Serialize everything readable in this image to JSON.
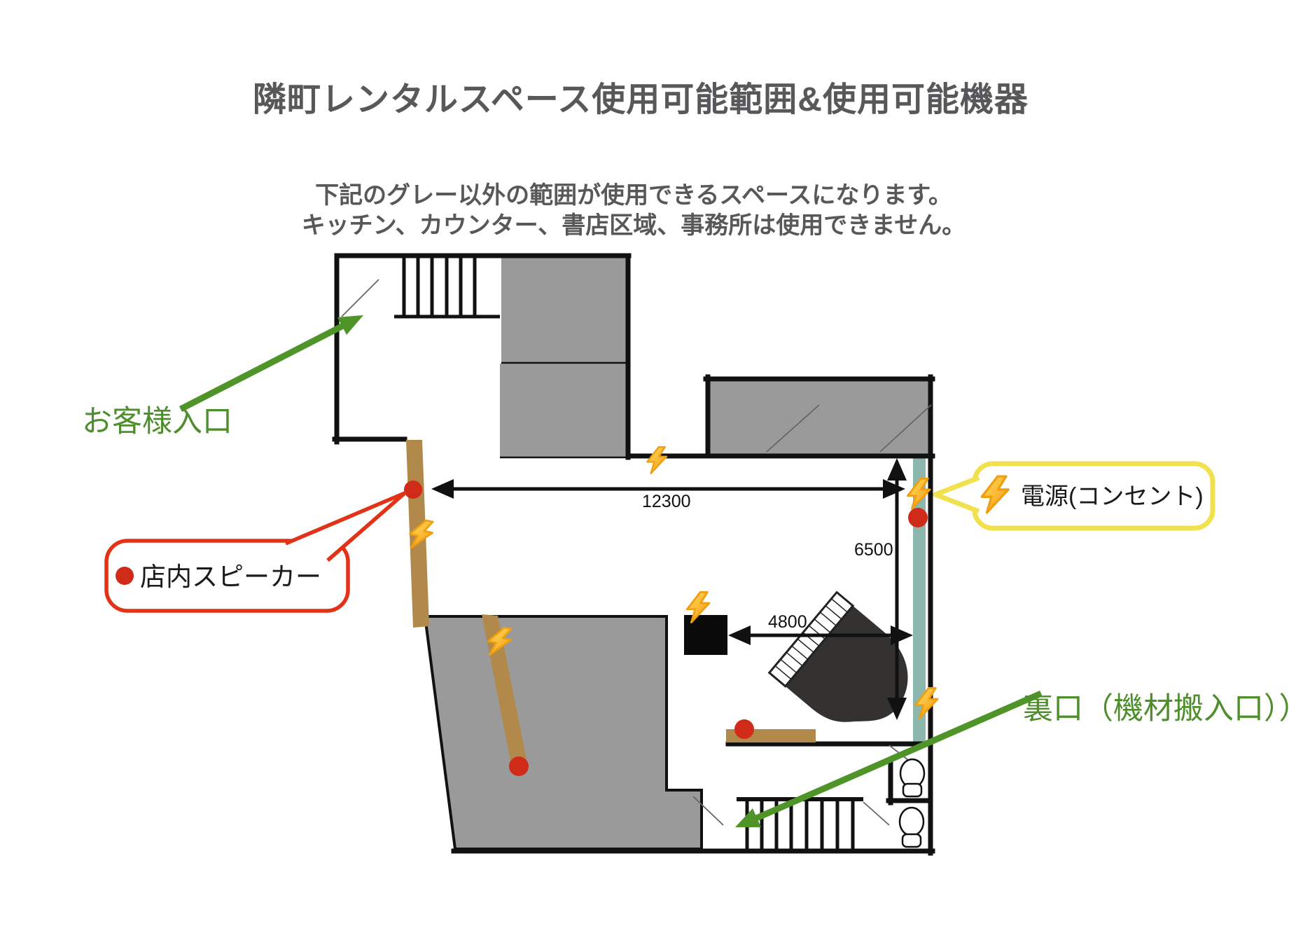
{
  "title": "隣町レンタルスペース使用可能範囲&使用可能機器",
  "subtitle": {
    "line1": "下記のグレー以外の範囲が使用できるスペースになります。",
    "line2": "キッチン、カウンター、書店区域、事務所は使用できません。"
  },
  "annotations": {
    "customer_entrance": "お客様入口",
    "speaker_label": "店内スピーカー",
    "power_label": "電源(コンセント)",
    "back_entrance": "裏口（機材搬入口））"
  },
  "measurements": {
    "room_width_mm": "12300",
    "room_depth_mm": "6500",
    "piano_clearance_mm": "4800"
  },
  "icons": {
    "power": "lightning-bolt",
    "speaker": "red-dot"
  },
  "colors": {
    "heading_gray": "#58585a",
    "label_green": "#4e8e2c",
    "speaker_red": "#cf2b18",
    "callout_red_border": "#e23218",
    "callout_yellow_border": "#f2e14e",
    "outlet_wall_teal": "#8db6ac",
    "counter_wood": "#b1894b",
    "unusable_gray": "#9a9a9a",
    "wall_black": "#111111",
    "bolt_orange": "#ef9f10",
    "bolt_yellow": "#ffe25e"
  }
}
